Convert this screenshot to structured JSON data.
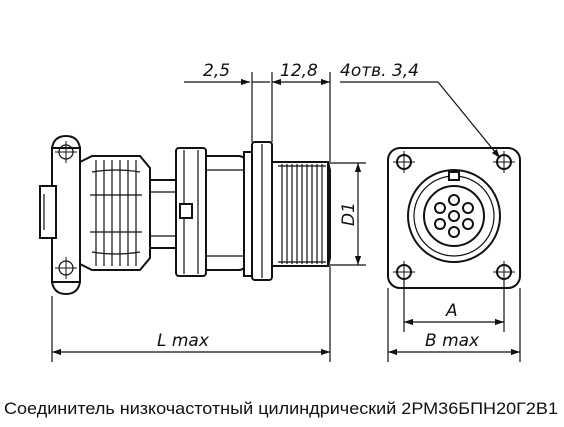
{
  "dimensions": {
    "d_2_5": "2,5",
    "d_12_8": "12,8",
    "holes": "4отв. 3,4",
    "d1": "D1",
    "l_max": "L max",
    "a": "A",
    "b_max": "B max"
  },
  "caption": "Соединитель низкочастотный цилиндрический 2РМ36БПН20Г2В1"
}
